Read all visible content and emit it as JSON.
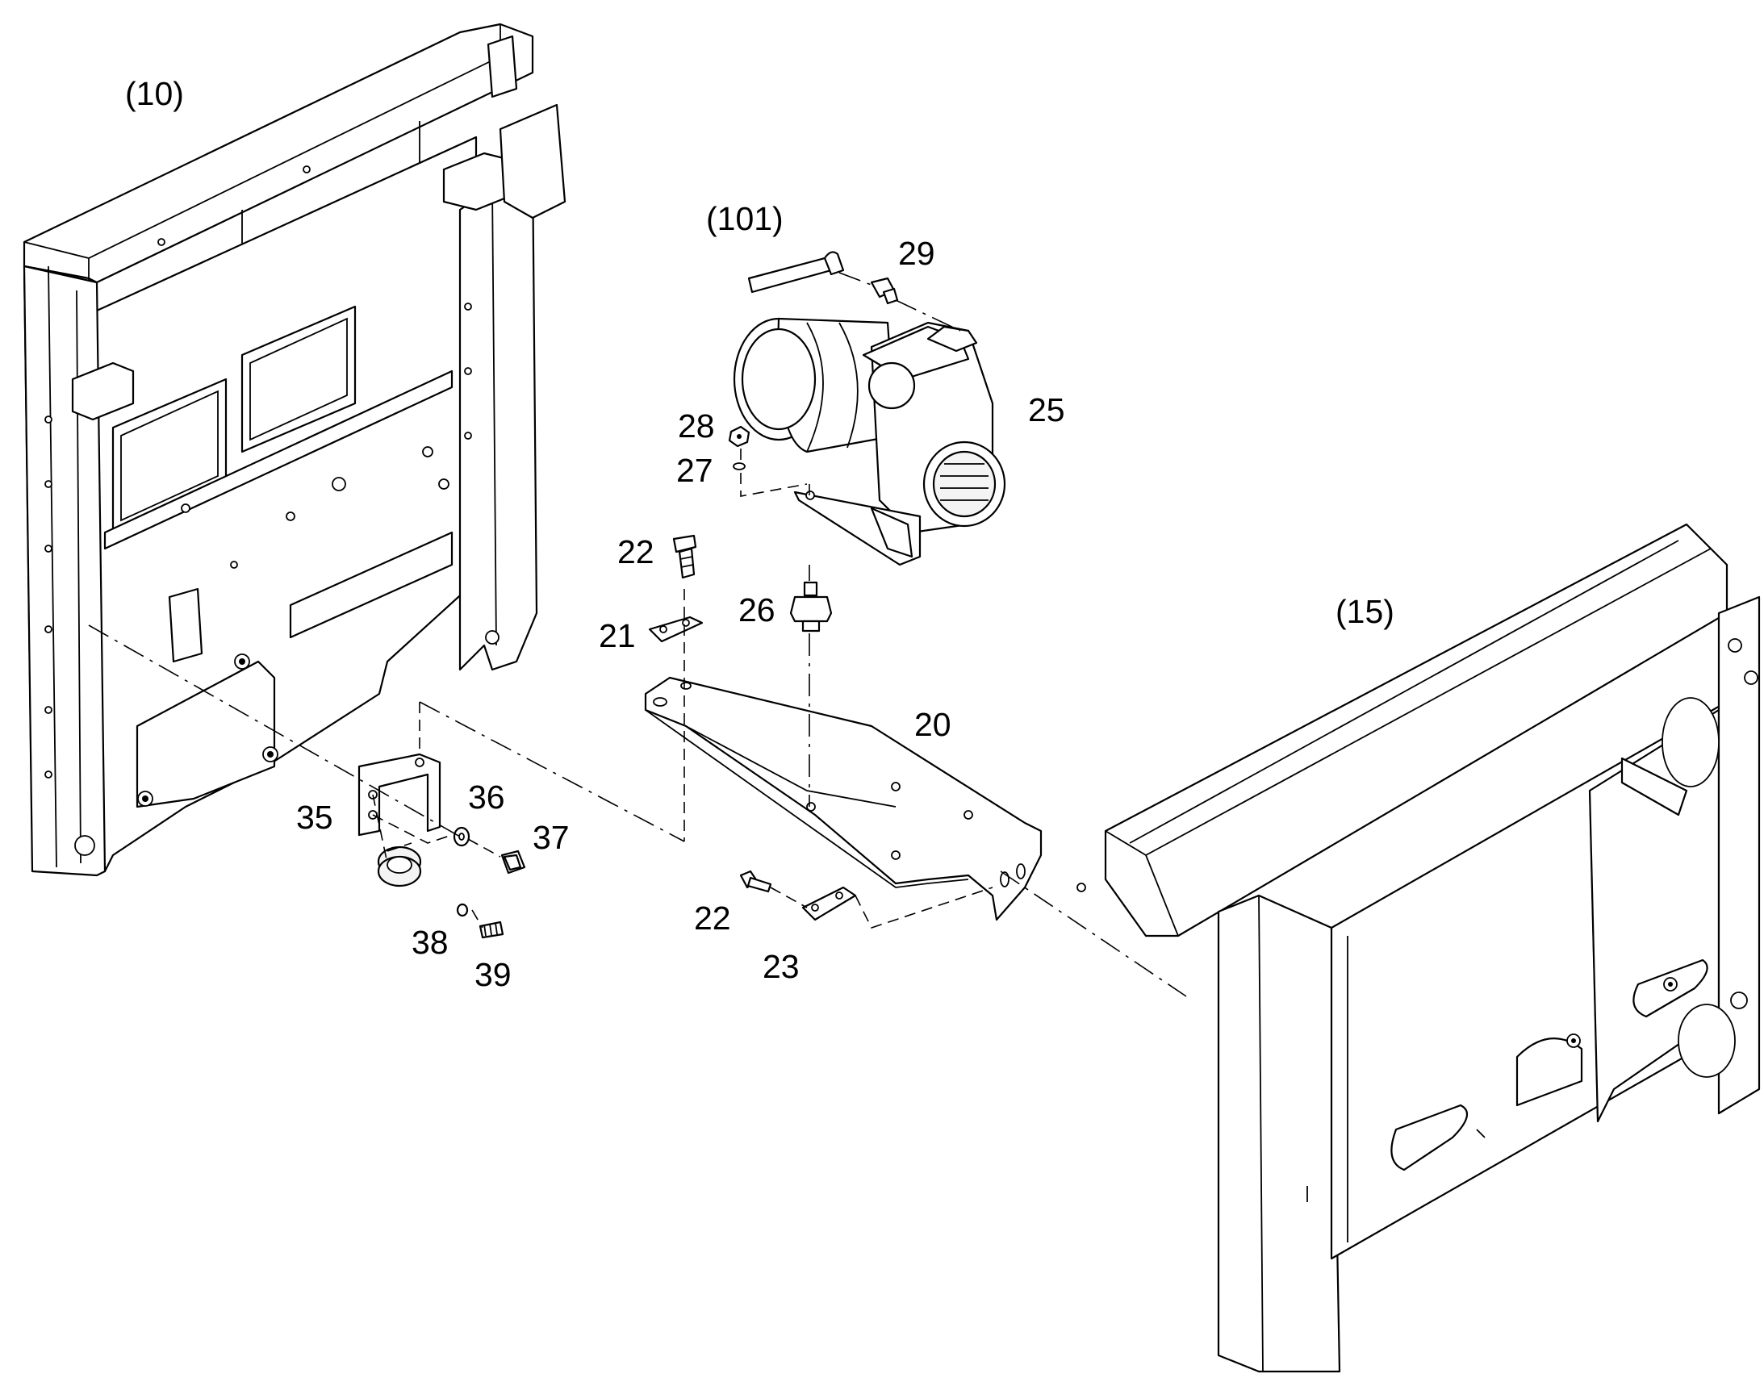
{
  "labels": {
    "l10": "(10)",
    "l101": "(101)",
    "l29": "29",
    "l25": "25",
    "l28": "28",
    "l27": "27",
    "l22a": "22",
    "l26": "26",
    "l21": "21",
    "l15": "(15)",
    "l20": "20",
    "l35": "35",
    "l36": "36",
    "l37": "37",
    "l22b": "22",
    "l23": "23",
    "l38": "38",
    "l39": "39"
  },
  "colors": {
    "line": "#000000",
    "background": "#ffffff"
  }
}
